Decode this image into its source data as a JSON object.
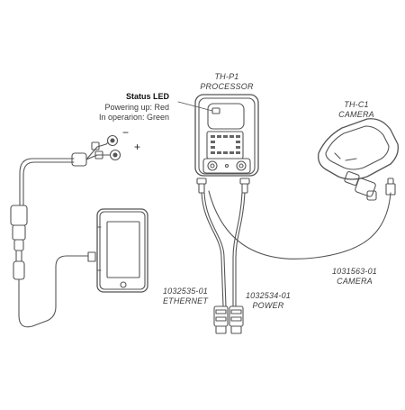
{
  "status_led": {
    "title": "Status LED",
    "line1": "Powering up: Red",
    "line2": "In operarion: Green"
  },
  "processor": {
    "model": "TH-P1",
    "name": "PROCESSOR"
  },
  "camera_unit": {
    "model": "TH-C1",
    "name": "CAMERA"
  },
  "cables": {
    "ethernet": {
      "part": "1032535-01",
      "name": "ETHERNET"
    },
    "power": {
      "part": "1032534-01",
      "name": "POWER"
    },
    "camera": {
      "part": "1031563-01",
      "name": "CAMERA"
    }
  },
  "polarity": {
    "negative": "−",
    "positive": "+"
  }
}
